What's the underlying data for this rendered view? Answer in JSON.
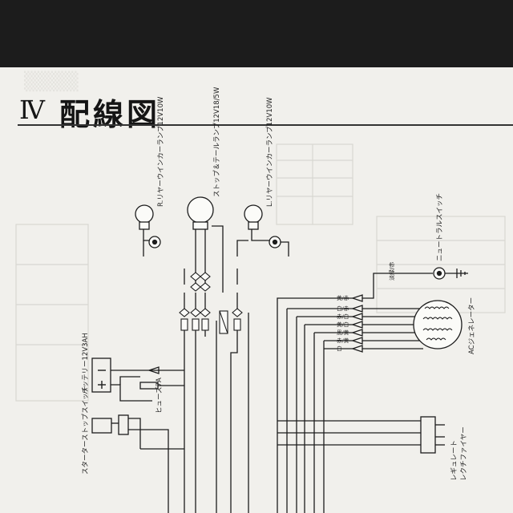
{
  "title": {
    "numeral": "Ⅳ",
    "text": "配線図"
  },
  "components": {
    "r_turn_lamp": "R.リヤーウインカーランプ12V10W",
    "stop_tail_lamp": "ストップ＆テールランプ12V18/5W",
    "l_turn_lamp": "L.リヤーウインカーランプ12V10W",
    "neutral_switch": "ニュートラルスイッチ",
    "ac_generator": "ACジェネレーター",
    "battery": "バッテリー12V3AH",
    "fuse": "ヒューズ7A",
    "starter_switch": "スターターストップスイッチ",
    "regulator": "レギュレート\nレクチファイヤー"
  },
  "wire_colors": {
    "neutral": "淡緑/赤",
    "gen_wires": [
      "黄/赤",
      "白/赤",
      "赤/白",
      "黄/白",
      "黒/黄",
      "赤/黄",
      "白"
    ]
  },
  "colors": {
    "paper": "#f1f0ec",
    "ink": "#1d1d1d",
    "background": "#1c1c1c"
  }
}
